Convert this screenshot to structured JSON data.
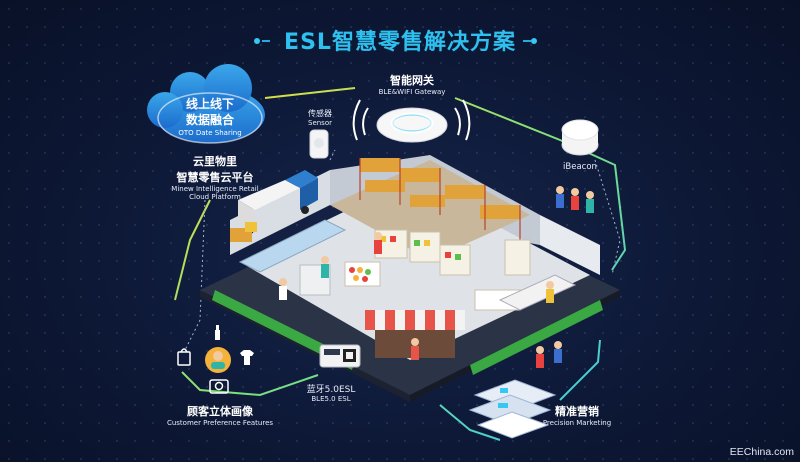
{
  "header": {
    "title": "ESL智慧零售解决方案"
  },
  "cloud": {
    "line1": "线上线下",
    "line2": "数据融合",
    "line3": "OTO Date Sharing"
  },
  "gateway": {
    "title": "智能网关",
    "subtitle": "BLE&WIFI Gateway"
  },
  "sensor": {
    "title": "传感器",
    "subtitle": "Sensor"
  },
  "platform": {
    "line1": "云里物里",
    "line2": "智慧零售云平台",
    "line3": "Minew Intelligence Retail",
    "line4": "Cloud Platform"
  },
  "ibeacon": {
    "title": "iBeacon"
  },
  "esl": {
    "title": "蓝牙5.0ESL",
    "subtitle": "BLE5.0 ESL"
  },
  "customer": {
    "title": "顾客立体画像",
    "subtitle": "Customer Preference Features"
  },
  "marketing": {
    "title": "精准营销",
    "subtitle": "Precision Marketing"
  },
  "watermark": {
    "text": "EEChina.com"
  },
  "colors": {
    "title": "#2ec0ee",
    "accent_path_yellow": "#f1dd3a",
    "accent_path_cyan": "#35c8f2",
    "background": "#0d1836"
  }
}
